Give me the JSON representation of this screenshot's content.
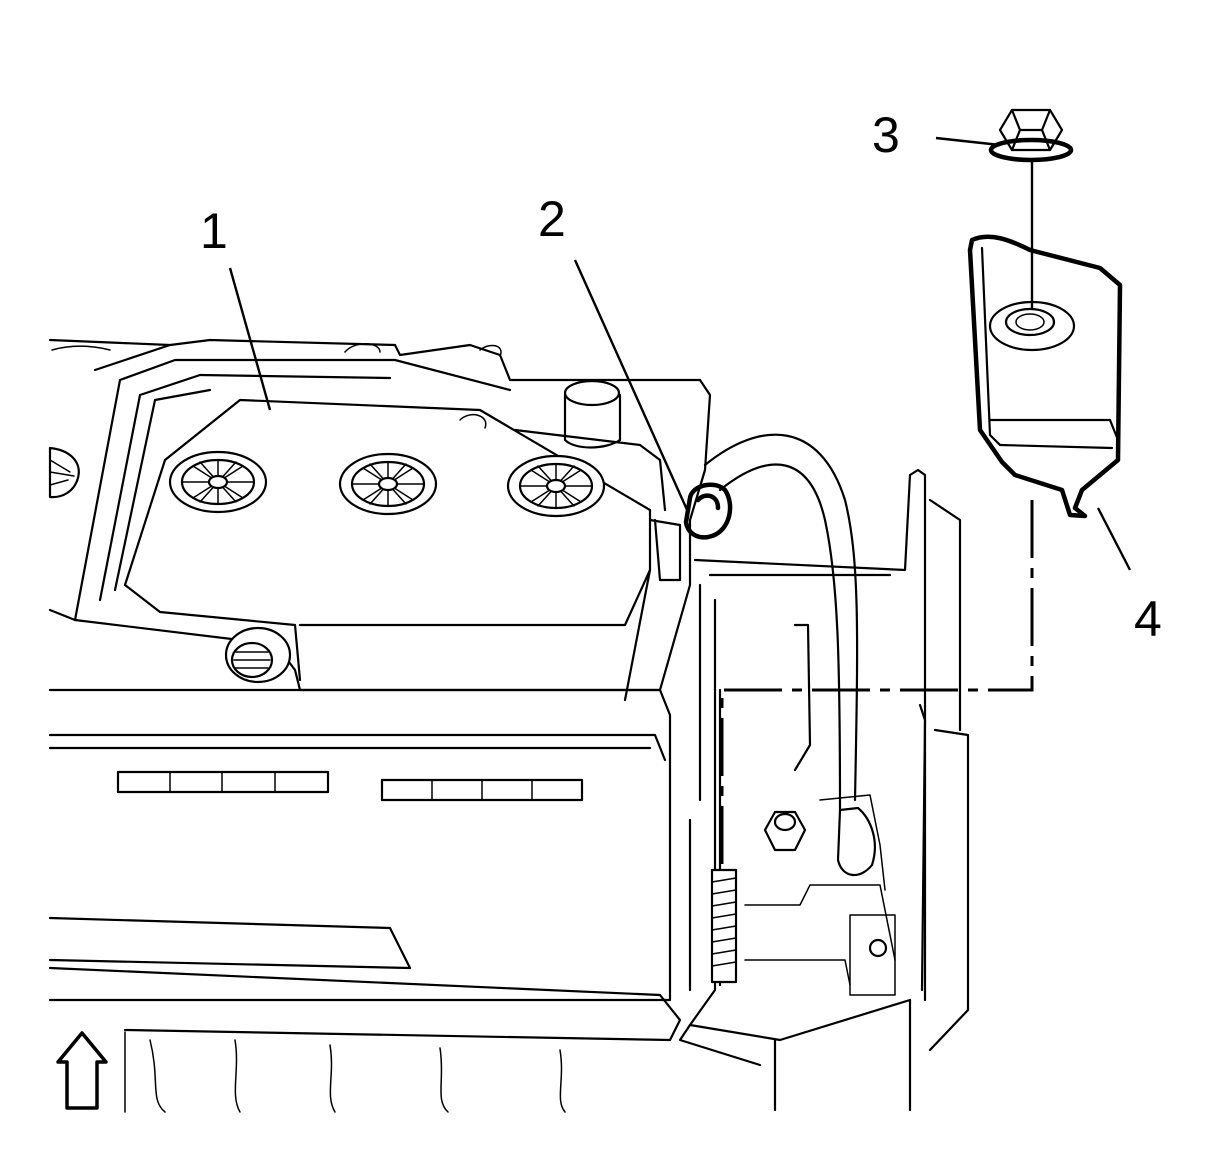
{
  "callouts": {
    "c1": "1",
    "c2": "2",
    "c3": "3",
    "c4": "4"
  },
  "parts": {
    "c1": "battery",
    "c2": "battery-cable-clip",
    "c3": "nut",
    "c4": "battery-hold-down-bracket"
  },
  "icons": {
    "orientation": "arrow-up-icon"
  }
}
